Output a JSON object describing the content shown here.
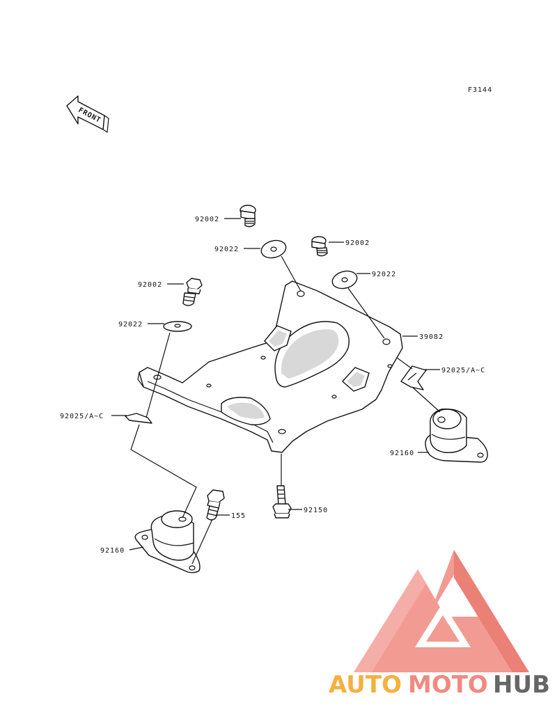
{
  "figure_code": "F3144",
  "front_label": "FRONT",
  "callouts": {
    "c1": "92002",
    "c2": "92002",
    "c3": "92022",
    "c4": "92022",
    "c5": "92002",
    "c6": "92022",
    "c7": "39082",
    "c8": "92025/A~C",
    "c9": "92025/A~C",
    "c10": "92160",
    "c11": "92150",
    "c12": "155",
    "c13": "92160"
  },
  "watermark": {
    "part1": "AUTO",
    "part2": "MOTO",
    "part3": "HUB",
    "color1": "#f5b040",
    "color2": "#f08a80",
    "color3": "#666666"
  }
}
